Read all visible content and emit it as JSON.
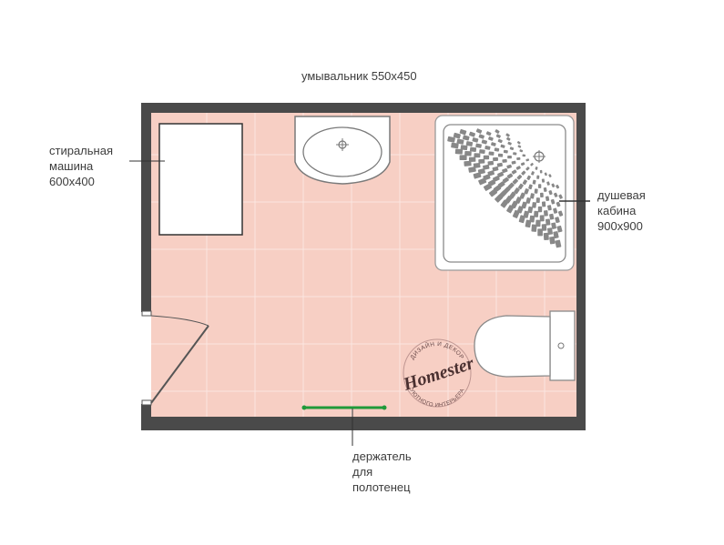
{
  "labels": {
    "sink": "умывальник 550х450",
    "washer": [
      "стиральная",
      "машина",
      "600х400"
    ],
    "shower": [
      "душевая",
      "кабина",
      "900х900"
    ],
    "towel": [
      "держатель",
      "для",
      "полотенец"
    ]
  },
  "watermark": {
    "logo": "Homester",
    "arc_top": "ДИЗАЙН И ДЕКОР",
    "arc_bottom": "УЮТНОГО ИНТЕРЬЕРА"
  },
  "colors": {
    "floor": "#f7cfc4",
    "tile_line": "#fbe6e0",
    "wall": "#4a4a4a",
    "fixture_stroke": "#7a7a7a",
    "towel_holder": "#1f9a3a"
  }
}
